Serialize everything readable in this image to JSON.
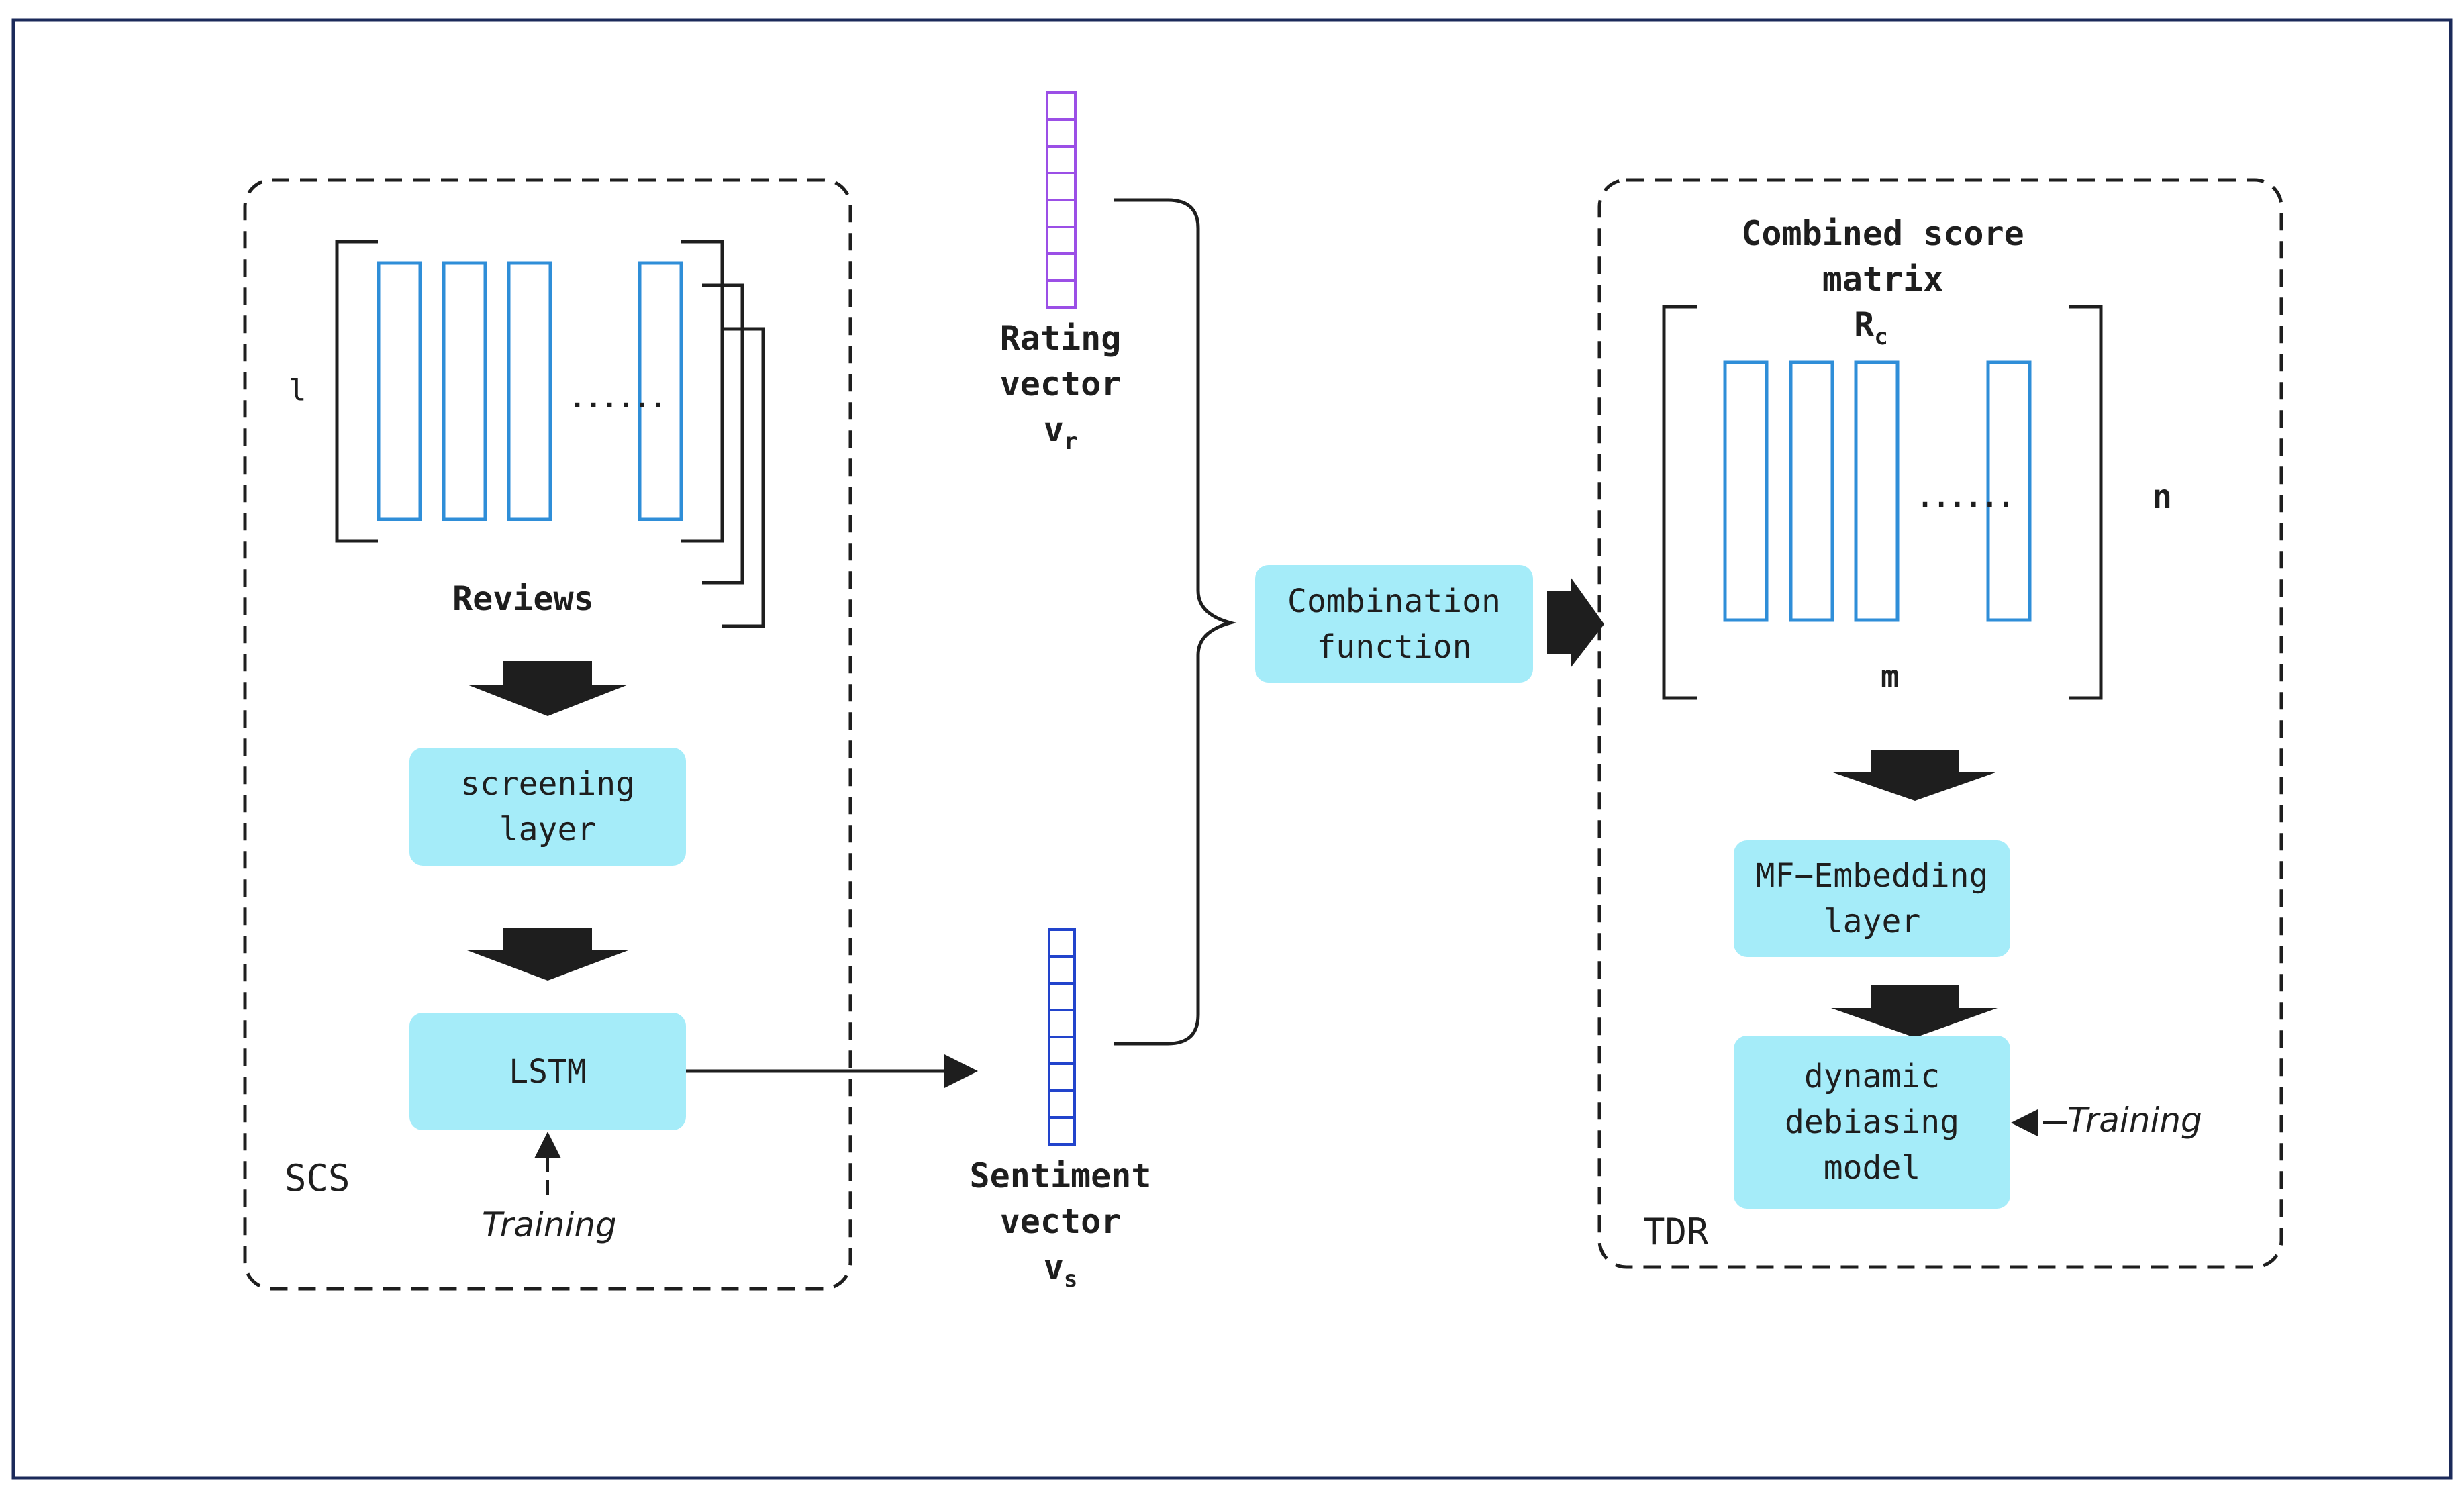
{
  "colors": {
    "box_fill": "#a5ecf9",
    "column_stroke": "#2f8ed8",
    "rating_vector_stroke": "#9b4fe6",
    "sentiment_vector_stroke": "#2244cc",
    "line": "#1e1e1e",
    "frame": "#1b2a5a"
  },
  "scs": {
    "panel_label": "SCS",
    "row_label": "l",
    "ellipsis": "......",
    "reviews_label": "Reviews",
    "screening_layer": "screening\nlayer",
    "lstm": "LSTM",
    "training": "Training"
  },
  "rating_vector": {
    "line1": "Rating",
    "line2": "vector",
    "symbol": "v",
    "symbol_sub": "r"
  },
  "sentiment_vector": {
    "line1": "Sentiment",
    "line2": "vector",
    "symbol": "v",
    "symbol_sub": "s"
  },
  "combination_function": "Combination\nfunction",
  "tdr": {
    "panel_label": "TDR",
    "matrix_title_line1": "Combined score",
    "matrix_title_line2": "matrix",
    "matrix_symbol": "R",
    "matrix_symbol_sub": "c",
    "ellipsis": "......",
    "n_label": "n",
    "m_label": "m",
    "mf_embedding_layer": "MF−Embedding\nlayer",
    "dynamic_debiasing_model": "dynamic\ndebiasing\nmodel",
    "training": "Training"
  },
  "icons": {
    "down_arrow": "down-arrow-icon",
    "right_arrow": "right-arrow-icon",
    "curly_brace": "curly-brace-icon"
  }
}
